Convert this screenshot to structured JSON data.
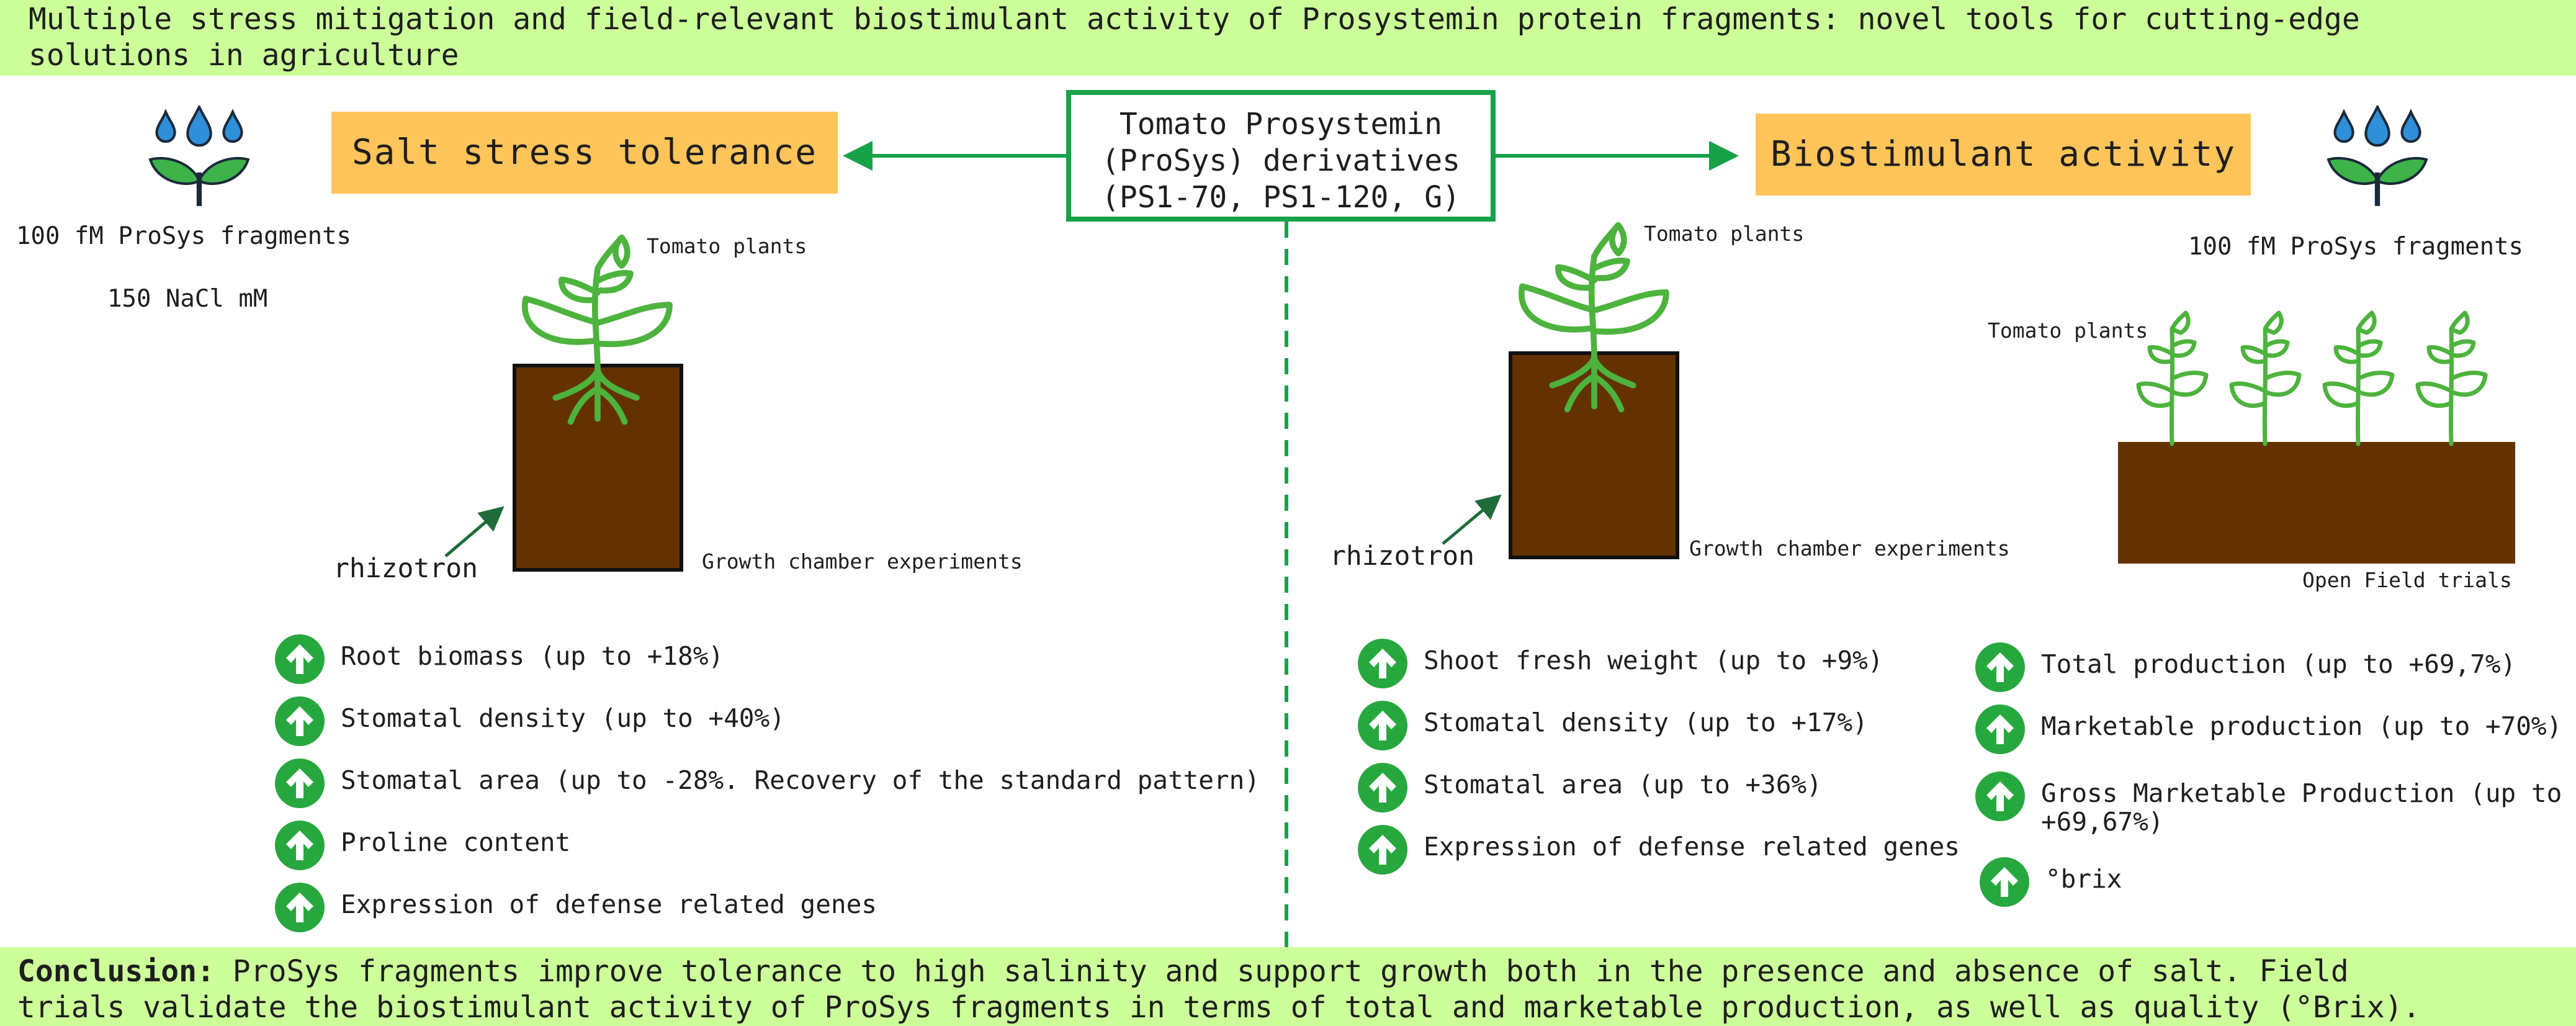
{
  "title": "Multiple stress mitigation and field-relevant biostimulant activity of Prosystemin protein fragments: novel tools for cutting-edge\nsolutions in agriculture",
  "center_box": {
    "line1": "Tomato Prosystemin",
    "line2": "(ProSys) derivatives",
    "line3": "(PS1-70, PS1-120, G)"
  },
  "left_panel": {
    "heading": "Salt stress tolerance",
    "treatment_1": "100 fM ProSys fragments",
    "treatment_2": "150 NaCl mM",
    "plant_label": "Tomato plants",
    "pot_label": "rhizotron",
    "experiment_label": "Growth chamber experiments",
    "results": [
      "Root biomass (up to +18%)",
      "Stomatal density (up to +40%)",
      "Stomatal area (up to -28%. Recovery of the standard pattern)",
      "Proline content",
      "Expression of defense related genes"
    ]
  },
  "right_panel": {
    "heading": "Biostimulant activity",
    "plant_label": "Tomato plants",
    "pot_label": "rhizotron",
    "experiment_label": "Growth chamber experiments",
    "treatment": "100 fM ProSys fragments",
    "field_plants_label": "Tomato plants",
    "field_label": "Open Field trials",
    "chamber_results": [
      "Shoot fresh weight (up to +9%)",
      "Stomatal density (up to +17%)",
      "Stomatal area (up to +36%)",
      "Expression of defense related genes"
    ],
    "field_results": [
      "Total production (up to +69,7%)",
      "Marketable production (up to +70%)",
      "Gross Marketable Production (up to",
      "+69,67%)",
      "°brix"
    ]
  },
  "conclusion": {
    "label": "Conclusion:",
    "text": " ProSys fragments improve tolerance to high salinity and support growth both in the presence and absence of salt. Field\ntrials validate the biostimulant activity of ProSys fragments in terms of total and marketable production, as well as quality (°Brix)."
  },
  "icons": {
    "arrow_up": "arrow-up-circle-icon",
    "plant_water": "watering-plant-icon",
    "seedling": "seedling-icon"
  },
  "colors": {
    "title_bg": "#ccff99",
    "heading_bg": "#ffc45a",
    "accent_green": "#18a248",
    "icon_green": "#27a83f",
    "soil_brown": "#643200",
    "plant_green": "#4db33d"
  }
}
